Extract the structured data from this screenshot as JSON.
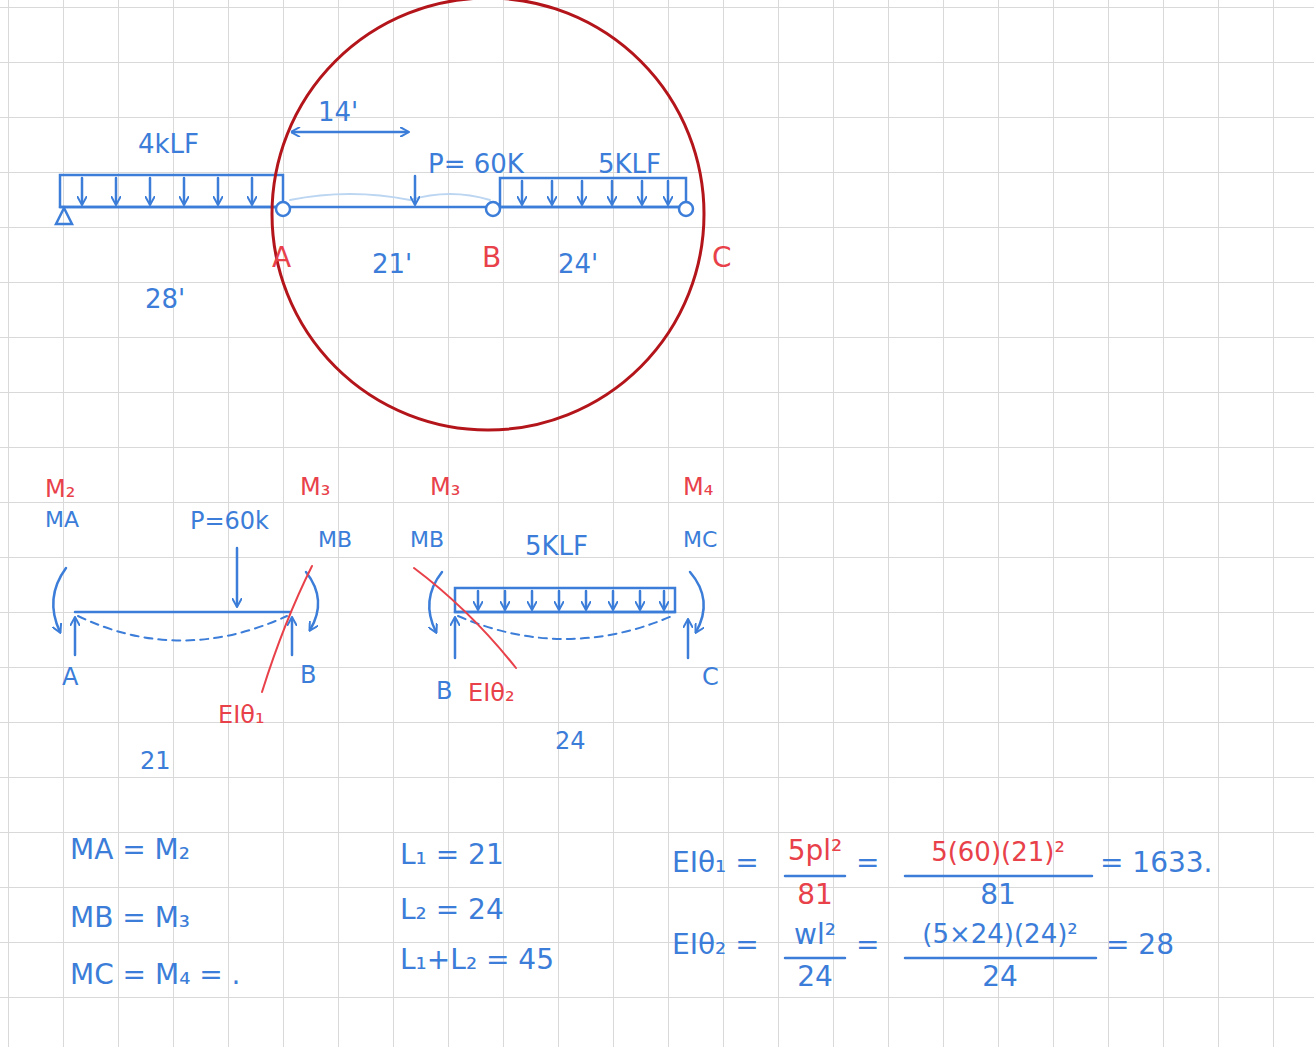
{
  "diagram": {
    "labels": [
      "4kLF",
      "14'",
      "P= 60K",
      "5KLF",
      "A",
      "28'",
      "21'",
      "B",
      "24'",
      "C",
      "M₂",
      "M₃",
      "M₃",
      "M₄",
      "MA",
      "P=60k",
      "MB",
      "MB",
      "5KLF",
      "MC",
      "A",
      "B",
      "EIθ₁",
      "B",
      "EIθ₂",
      "C",
      "21",
      "24",
      "MA = M₂",
      "MB = M₃",
      "MC = M₄ = .",
      "L₁ = 21",
      "L₂ = 24",
      "L₁+L₂ = 45",
      "EIθ₁ =",
      "5pl²",
      "81",
      "=",
      "5(60)(21)²",
      "81",
      "= 1633.",
      "EIθ₂ =",
      "wl²",
      "24",
      "=",
      "(5×24)(24)²",
      "24",
      "= 28"
    ]
  }
}
